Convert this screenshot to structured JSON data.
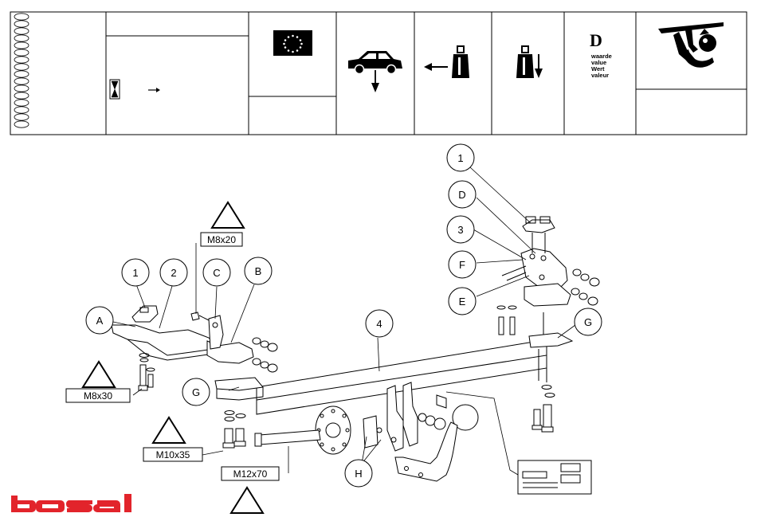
{
  "header": {
    "d_letter": "D",
    "d_value_words": [
      "waarde",
      "value",
      "Wert",
      "valeur"
    ],
    "icons": [
      "pages-ovals-icon",
      "hourglass-icon",
      "arrow-right-icon",
      "eu-flag-icon",
      "car-load-down-icon",
      "arrow-left-weight-icon",
      "weight-down-icon",
      "towbar-icon"
    ]
  },
  "diagram": {
    "bolt_labels": [
      "M8x20",
      "M8x30",
      "M10x35",
      "M12x70"
    ],
    "part_labels": [
      "1",
      "2",
      "C",
      "B",
      "A",
      "4",
      "G",
      "H",
      "1",
      "D",
      "3",
      "F",
      "E",
      "G"
    ],
    "warning_icons": [
      "warning-triangle-icon"
    ]
  },
  "brand": {
    "logo_text": "bosal",
    "color": "#e2242b"
  }
}
